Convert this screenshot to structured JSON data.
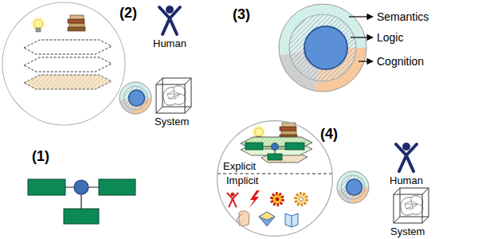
{
  "diagram": {
    "nodes": [
      {
        "text": [
          "Explicit",
          "Implicit"
        ]
      }
    ],
    "labels": [
      "(1)",
      "(2)",
      "Human",
      "System",
      "(3)",
      "Semantics",
      "Logic",
      "Cognition",
      "(4)",
      "Human",
      "System"
    ]
  }
}
